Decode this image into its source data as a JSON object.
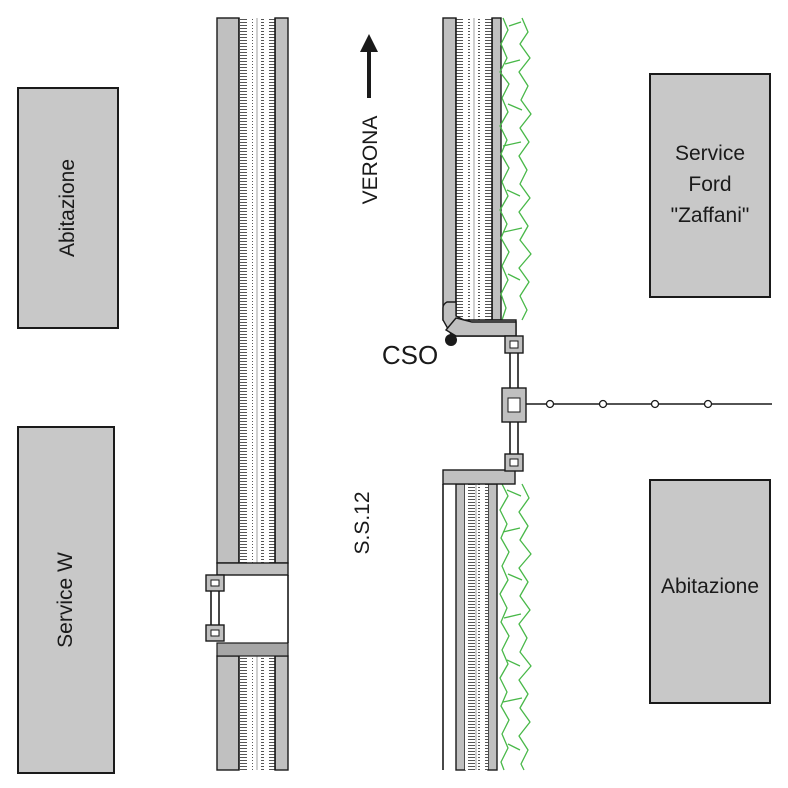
{
  "buildings": {
    "abitazione_top_left": "Abitazione",
    "service_w": "Service W",
    "service_ford": [
      "Service",
      "Ford",
      "\"Zaffani\""
    ],
    "abitazione_right": "Abitazione"
  },
  "road": {
    "direction_label": "VERONA",
    "road_name": "S.S.12"
  },
  "markers": {
    "cso": "CSO"
  }
}
